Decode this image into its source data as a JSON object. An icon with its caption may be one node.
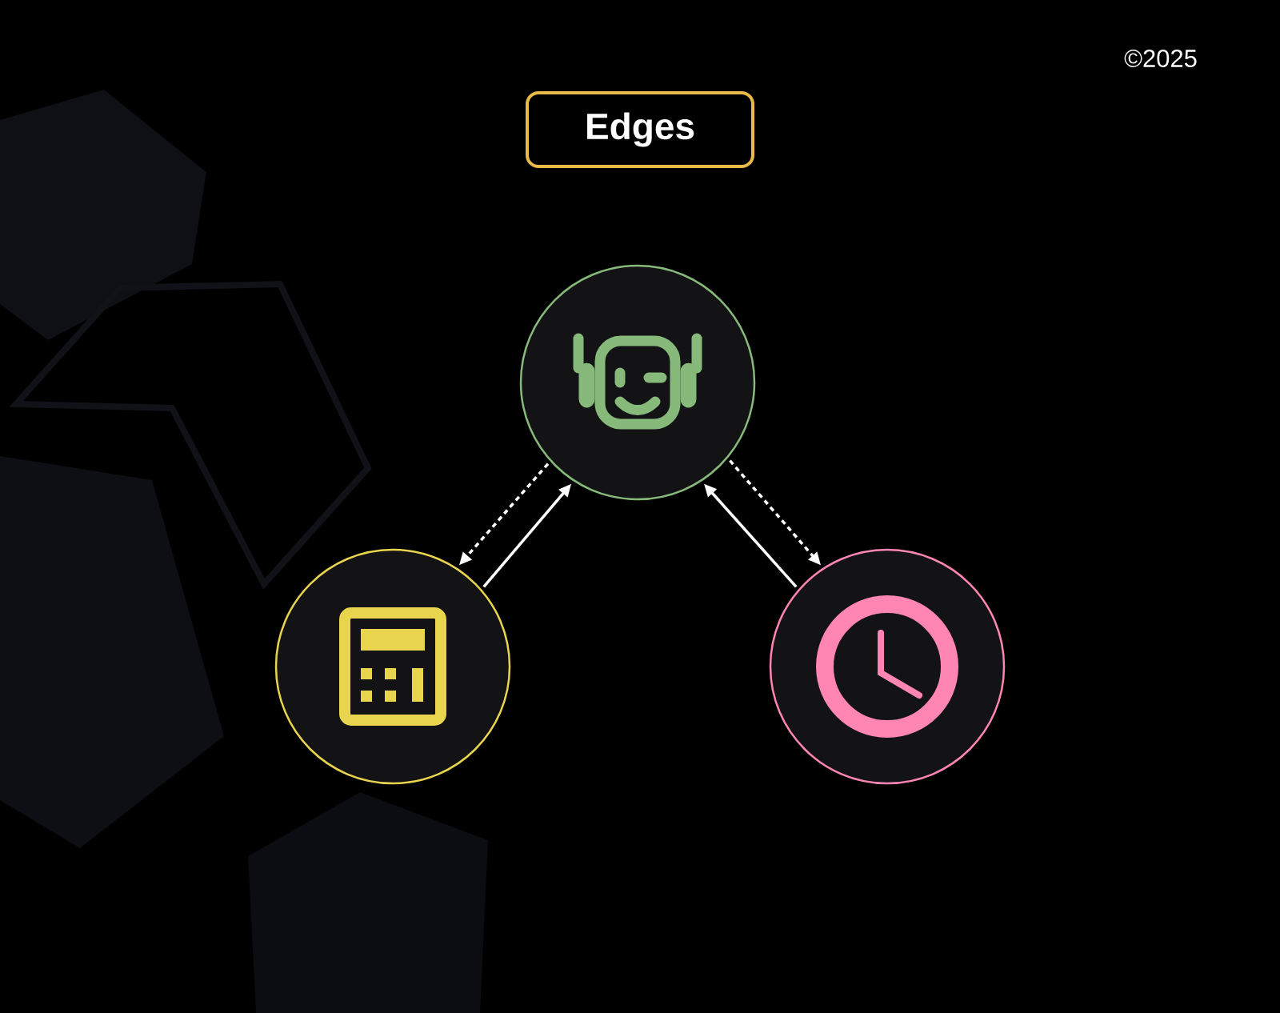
{
  "diagram": {
    "nodes": [
      {
        "text": [
          "Edges"
        ]
      },
      {
        "text": [],
        "shape": "circle"
      },
      {
        "text": [],
        "shape": "circle"
      },
      {
        "text": [],
        "shape": "circle"
      }
    ],
    "edges": [
      {
        "from": 1,
        "to": 2,
        "arrow": "to",
        "style": "dashed"
      },
      {
        "from": 2,
        "to": 1,
        "arrow": "to"
      },
      {
        "from": 3,
        "to": 1,
        "arrow": "to"
      },
      {
        "from": 1,
        "to": 3,
        "arrow": "to",
        "style": "dashed"
      }
    ],
    "labels": [
      "©2025"
    ]
  }
}
